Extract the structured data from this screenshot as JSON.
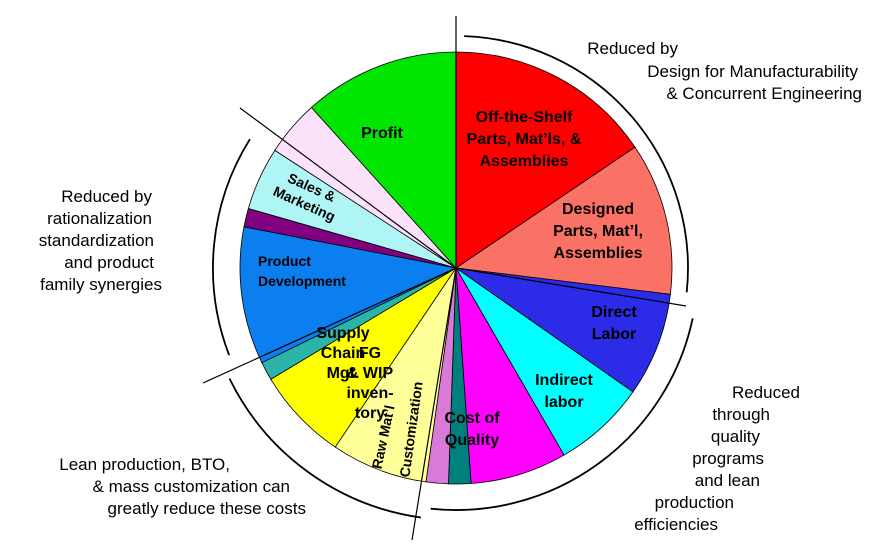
{
  "slices": [
    {
      "id": "off-the-shelf",
      "lines": [
        "Off-the-Shelf",
        "Parts, Mat’ls, &",
        "Assemblies"
      ],
      "color": "#ff0000"
    },
    {
      "id": "designed-parts",
      "lines": [
        "Designed",
        "Parts, Mat’l,",
        "Assemblies"
      ],
      "color": "#fa7266"
    },
    {
      "id": "direct-labor",
      "lines": [
        "Direct",
        "Labor"
      ],
      "color": "#2b2be8"
    },
    {
      "id": "indirect-labor",
      "lines": [
        "Indirect",
        "labor"
      ],
      "color": "#00ffff"
    },
    {
      "id": "cost-of-quality",
      "lines": [
        "Cost of",
        "Quality"
      ],
      "color": "#ff00ff"
    },
    {
      "id": "customization",
      "lines": [
        "Customization"
      ],
      "color": "#007f7f"
    },
    {
      "id": "raw-matl",
      "lines": [
        "Raw Mat’l"
      ],
      "color": "#d97ad9"
    },
    {
      "id": "fg-wip",
      "lines": [
        "FG",
        "& WIP",
        "inven-",
        "tory"
      ],
      "color": "#ffff99"
    },
    {
      "id": "supply-chain",
      "lines": [
        "Supply",
        "Chain",
        "Mgt."
      ],
      "color": "#ffff00"
    },
    {
      "id": "small-teal",
      "lines": [],
      "color": "#2ab5a8"
    },
    {
      "id": "product-development",
      "lines": [
        "Product",
        "Development"
      ],
      "color": "#0b7ff0"
    },
    {
      "id": "small-purple",
      "lines": [],
      "color": "#800080"
    },
    {
      "id": "sales-marketing",
      "lines": [
        "Sales &",
        "Marketing"
      ],
      "color": "#b0f5f5"
    },
    {
      "id": "pale-pink",
      "lines": [],
      "color": "#fbe2fb"
    },
    {
      "id": "profit",
      "lines": [
        "Profit"
      ],
      "color": "#00e600"
    }
  ],
  "annotations": {
    "dfm": [
      "Reduced by",
      "Design for Manufacturability",
      "& Concurrent Engineering"
    ],
    "quality": [
      "Reduced",
      "through",
      "quality",
      "programs",
      "and lean",
      "production",
      "efficiencies"
    ],
    "lean": [
      "Lean production, BTO,",
      "& mass customization can",
      "greatly reduce these costs"
    ],
    "rationalization": [
      "Reduced by",
      "rationalization",
      "standardization",
      "and product",
      "family synergies"
    ]
  }
}
